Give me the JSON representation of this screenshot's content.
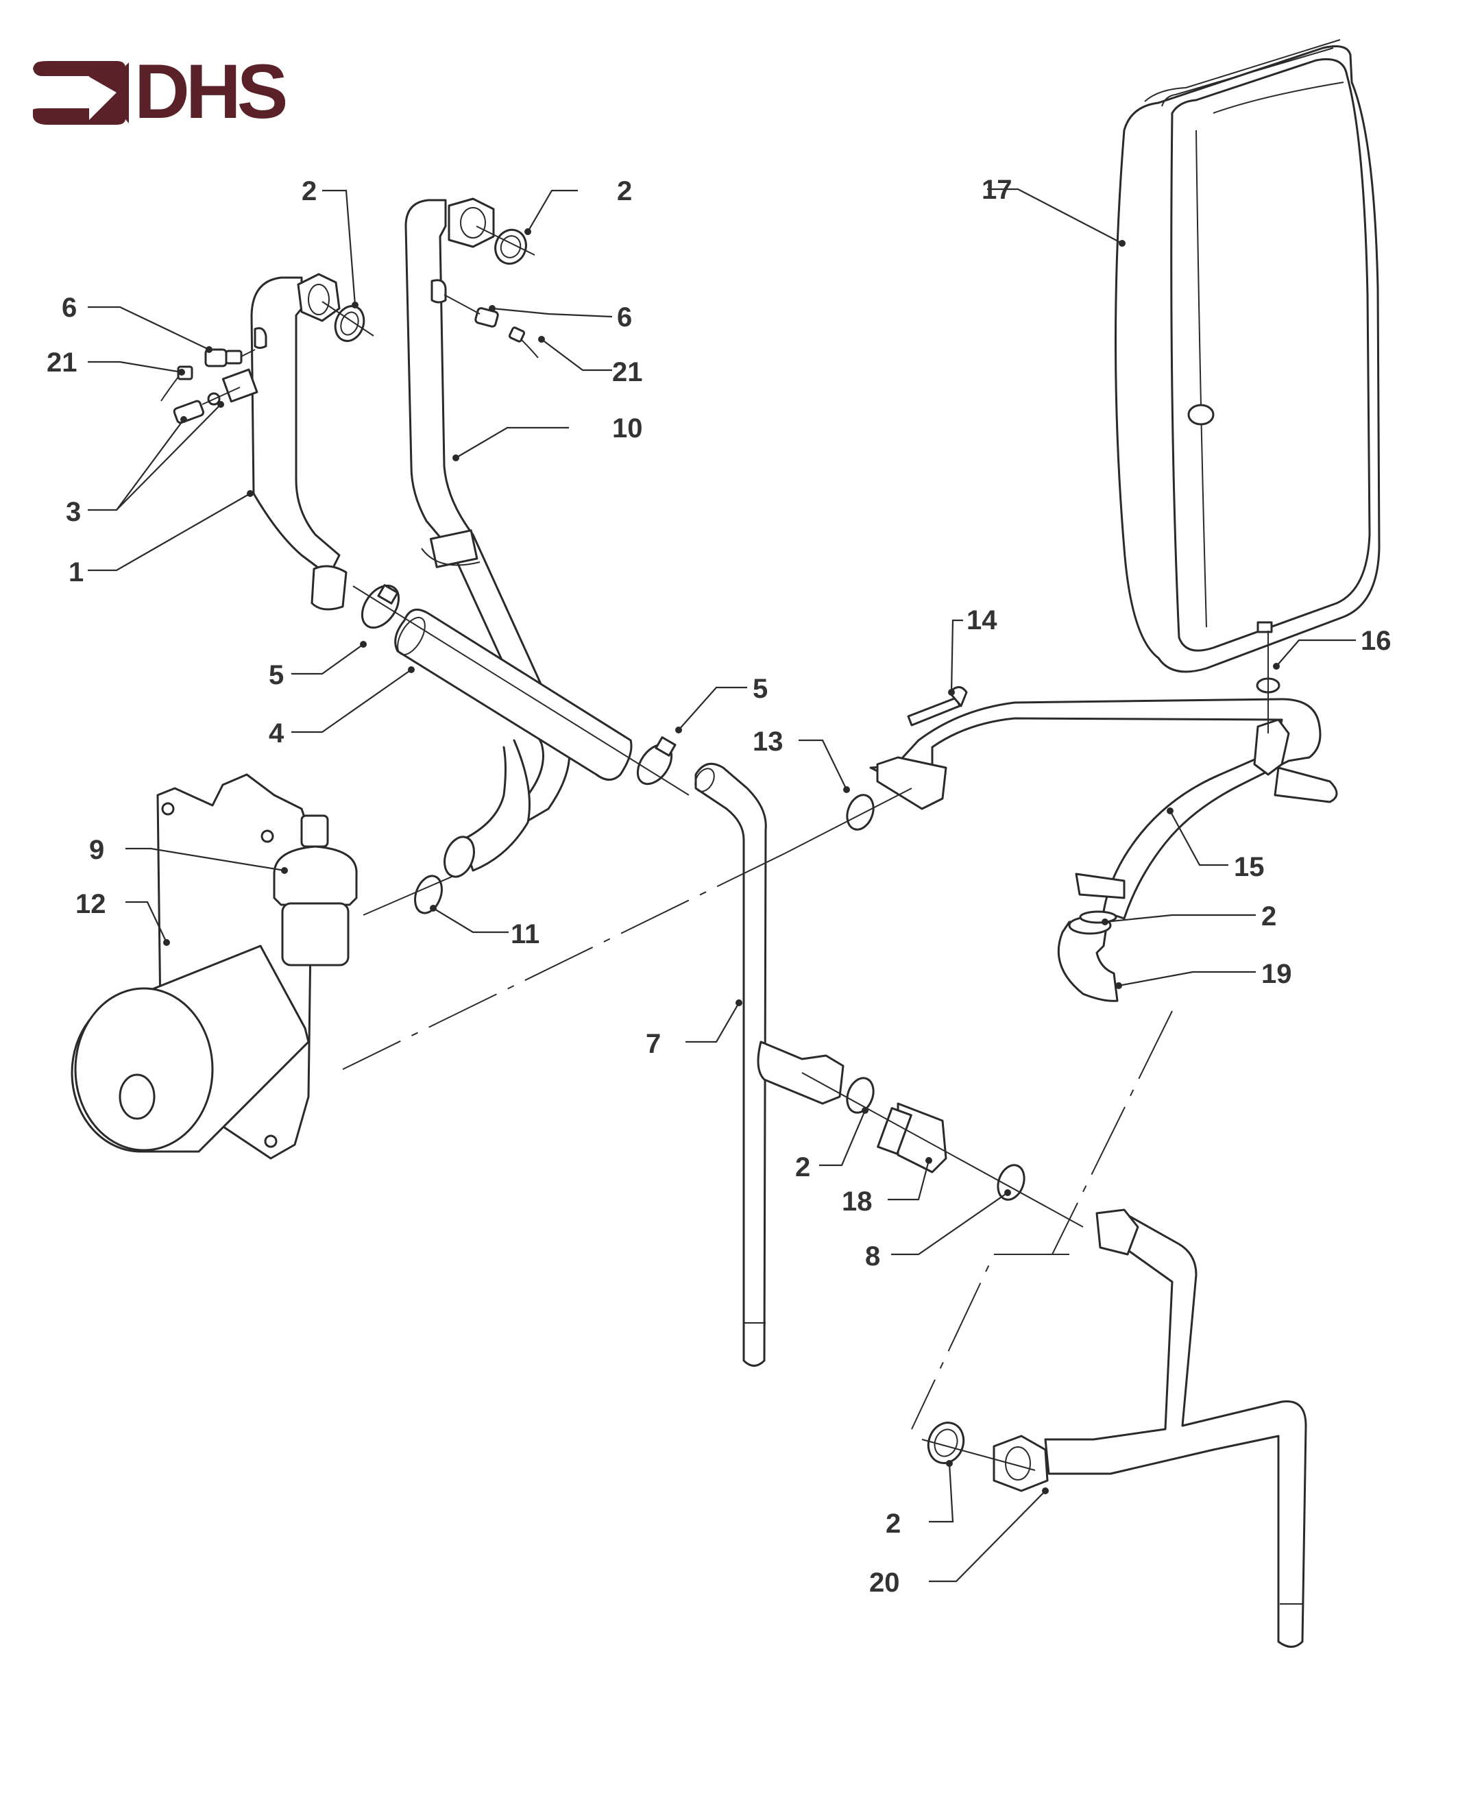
{
  "logo": {
    "text": "DHS",
    "color": "#5a2228",
    "icon": "arrow-right-icon"
  },
  "diagram": {
    "type": "exploded-parts-view",
    "subject": "boiler hydraulic pipework assembly",
    "line_color": "#2a2a2a",
    "label_color": "#333333",
    "callouts": [
      {
        "id": "c1",
        "label": "1",
        "part": "pipe-1"
      },
      {
        "id": "c2a",
        "label": "2",
        "part": "washer-2"
      },
      {
        "id": "c2b",
        "label": "2",
        "part": "washer-2"
      },
      {
        "id": "c2c",
        "label": "2",
        "part": "washer-2"
      },
      {
        "id": "c2d",
        "label": "2",
        "part": "washer-2"
      },
      {
        "id": "c2e",
        "label": "2",
        "part": "washer-2"
      },
      {
        "id": "c3",
        "label": "3",
        "part": "drain-valve-3"
      },
      {
        "id": "c4",
        "label": "4",
        "part": "connector-tube-4"
      },
      {
        "id": "c5a",
        "label": "5",
        "part": "clip-5"
      },
      {
        "id": "c5b",
        "label": "5",
        "part": "clip-5"
      },
      {
        "id": "c6a",
        "label": "6",
        "part": "sensor-6"
      },
      {
        "id": "c6b",
        "label": "6",
        "part": "sensor-6"
      },
      {
        "id": "c7",
        "label": "7",
        "part": "pipe-7"
      },
      {
        "id": "c8",
        "label": "8",
        "part": "washer-8"
      },
      {
        "id": "c9",
        "label": "9",
        "part": "auto-air-vent-9"
      },
      {
        "id": "c10",
        "label": "10",
        "part": "pipe-10"
      },
      {
        "id": "c11",
        "label": "11",
        "part": "o-ring-11"
      },
      {
        "id": "c12",
        "label": "12",
        "part": "o-ring-12"
      },
      {
        "id": "c13",
        "label": "13",
        "part": "pump-13"
      },
      {
        "id": "c14",
        "label": "14",
        "part": "screw-14"
      },
      {
        "id": "c15",
        "label": "15",
        "part": "pipe-15"
      },
      {
        "id": "c16",
        "label": "16",
        "part": "washer-16"
      },
      {
        "id": "c17",
        "label": "17",
        "part": "expansion-vessel-17"
      },
      {
        "id": "c18",
        "label": "18",
        "part": "valve-18"
      },
      {
        "id": "c19",
        "label": "19",
        "part": "elbow-19"
      },
      {
        "id": "c20",
        "label": "20",
        "part": "pipe-20"
      },
      {
        "id": "c21a",
        "label": "21",
        "part": "clip-21"
      },
      {
        "id": "c21b",
        "label": "21",
        "part": "clip-21"
      }
    ]
  }
}
